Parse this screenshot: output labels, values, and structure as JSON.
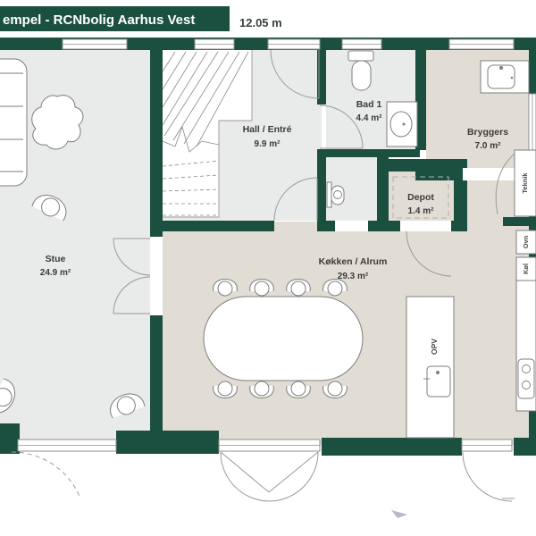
{
  "header": {
    "title_bar": "empel - RCNbolig Aarhus Vest",
    "width_dimension": "12.05 m"
  },
  "rooms": {
    "stue": {
      "name": "Stue",
      "area": "24.9 m²"
    },
    "hall": {
      "name": "Hall / Entré",
      "area": "9.9 m²"
    },
    "bad1": {
      "name": "Bad 1",
      "area": "4.4 m²"
    },
    "bryggers": {
      "name": "Bryggers",
      "area": "7.0 m²"
    },
    "depot": {
      "name": "Depot",
      "area": "1.4 m²"
    },
    "kokken": {
      "name": "Køkken / Alrum",
      "area": "29.3 m²"
    }
  },
  "fixtures": {
    "teknik": "Teknik",
    "ovn": "Ovn",
    "kol": "Køl",
    "opv": "OPV"
  },
  "colors": {
    "wall_green": "#1b5041",
    "floor_light": "#e9eaea",
    "floor_beige": "#e2ddd4",
    "header_bg": "#1b5041",
    "cursor": "#b4b8cc"
  }
}
